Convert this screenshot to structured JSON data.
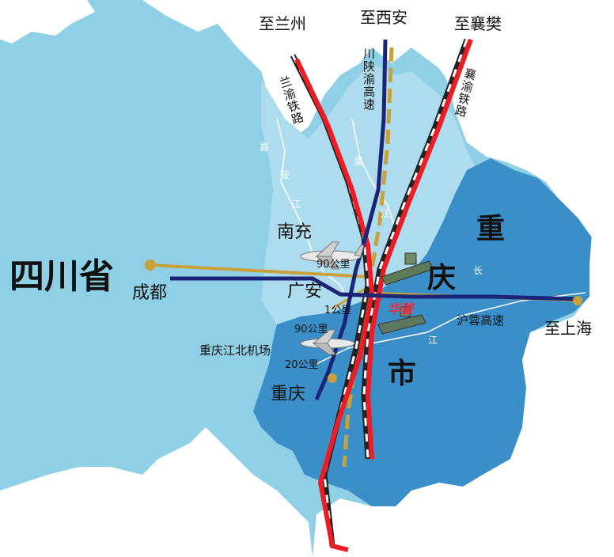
{
  "map": {
    "province_label": "四川省",
    "municipality_labels": [
      "重",
      "庆",
      "市"
    ],
    "cities": {
      "nanchong": "南充",
      "chengdu": "成都",
      "guangan": "广安",
      "chongqing": "重庆"
    },
    "destinations": {
      "lanzhou": "至兰州",
      "xian": "至西安",
      "xiangfan": "至襄樊",
      "shanghai": "至上海"
    },
    "routes": {
      "lanyu_railway": "兰渝铁路",
      "xiangyu_railway": "襄渝铁路",
      "chuanshanyu_expressway": "川陕渝高速",
      "hurong_expressway": "沪蓉高速"
    },
    "rivers": {
      "jialing_chars": [
        "嘉",
        "陵",
        "江"
      ],
      "qu_chars": [
        "渠",
        "江"
      ],
      "chang_chars": [
        "长",
        "江"
      ]
    },
    "distances": {
      "to_nanchong": "90公里",
      "to_guangan": "1公里",
      "to_airport": "90公里",
      "to_chongqing": "20公里"
    },
    "airport": "重庆江北机场",
    "highlight_label": "华蓥",
    "colors": {
      "sea": "#ffffff",
      "sichuan_fill": "#8fd0e6",
      "basin_fill": "#acdcee",
      "chongqing_fill": "#3a8fc8",
      "railway_red": "#ee1c25",
      "expressway_navy": "#1c2575",
      "gold_line": "#c9a13c"
    }
  }
}
